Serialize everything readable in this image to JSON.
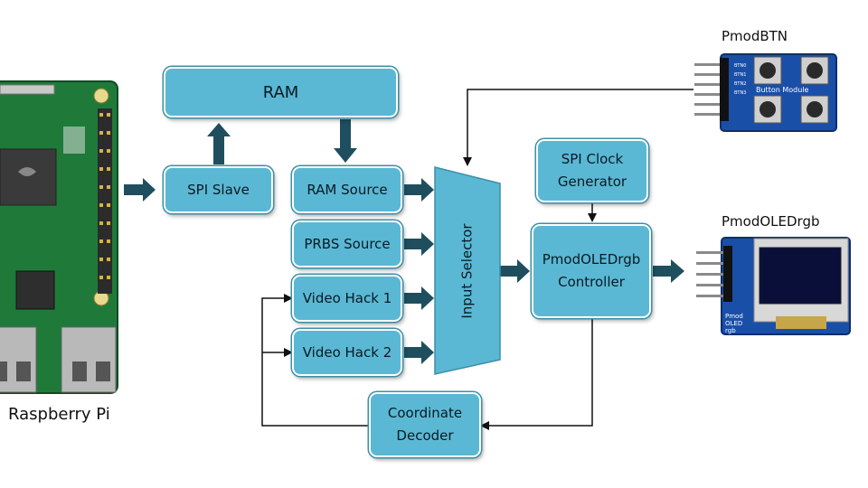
{
  "colors": {
    "block_fill": "#5ab8d4",
    "block_border": "#3d8ea6",
    "arrow": "#1f4f5e",
    "line": "#111111",
    "pcb_green": "#1f7a3a",
    "pmod_blue": "#1a4fa8"
  },
  "labels": {
    "raspberry_pi": "Raspberry Pi",
    "pmod_btn": "PmodBTN",
    "pmod_oled": "PmodOLEDrgb"
  },
  "blocks": {
    "ram": "RAM",
    "spi_slave": "SPI Slave",
    "ram_source": "RAM Source",
    "prbs_source": "PRBS Source",
    "video_hack_1": "Video Hack 1",
    "video_hack_2": "Video Hack 2",
    "input_selector": "Input Selector",
    "spi_clock_generator": "SPI Clock\nGenerator",
    "controller": "PmodOLEDrgb\nController",
    "coordinate_decoder": "Coordinate\nDecoder"
  },
  "board_text": {
    "btn_module": "Button Module",
    "btn0": "BTN0",
    "btn1": "BTN1",
    "btn2": "BTN2",
    "btn3": "BTN3",
    "pmod": "Pmod",
    "oled": "OLED",
    "rgb": "rgb"
  }
}
